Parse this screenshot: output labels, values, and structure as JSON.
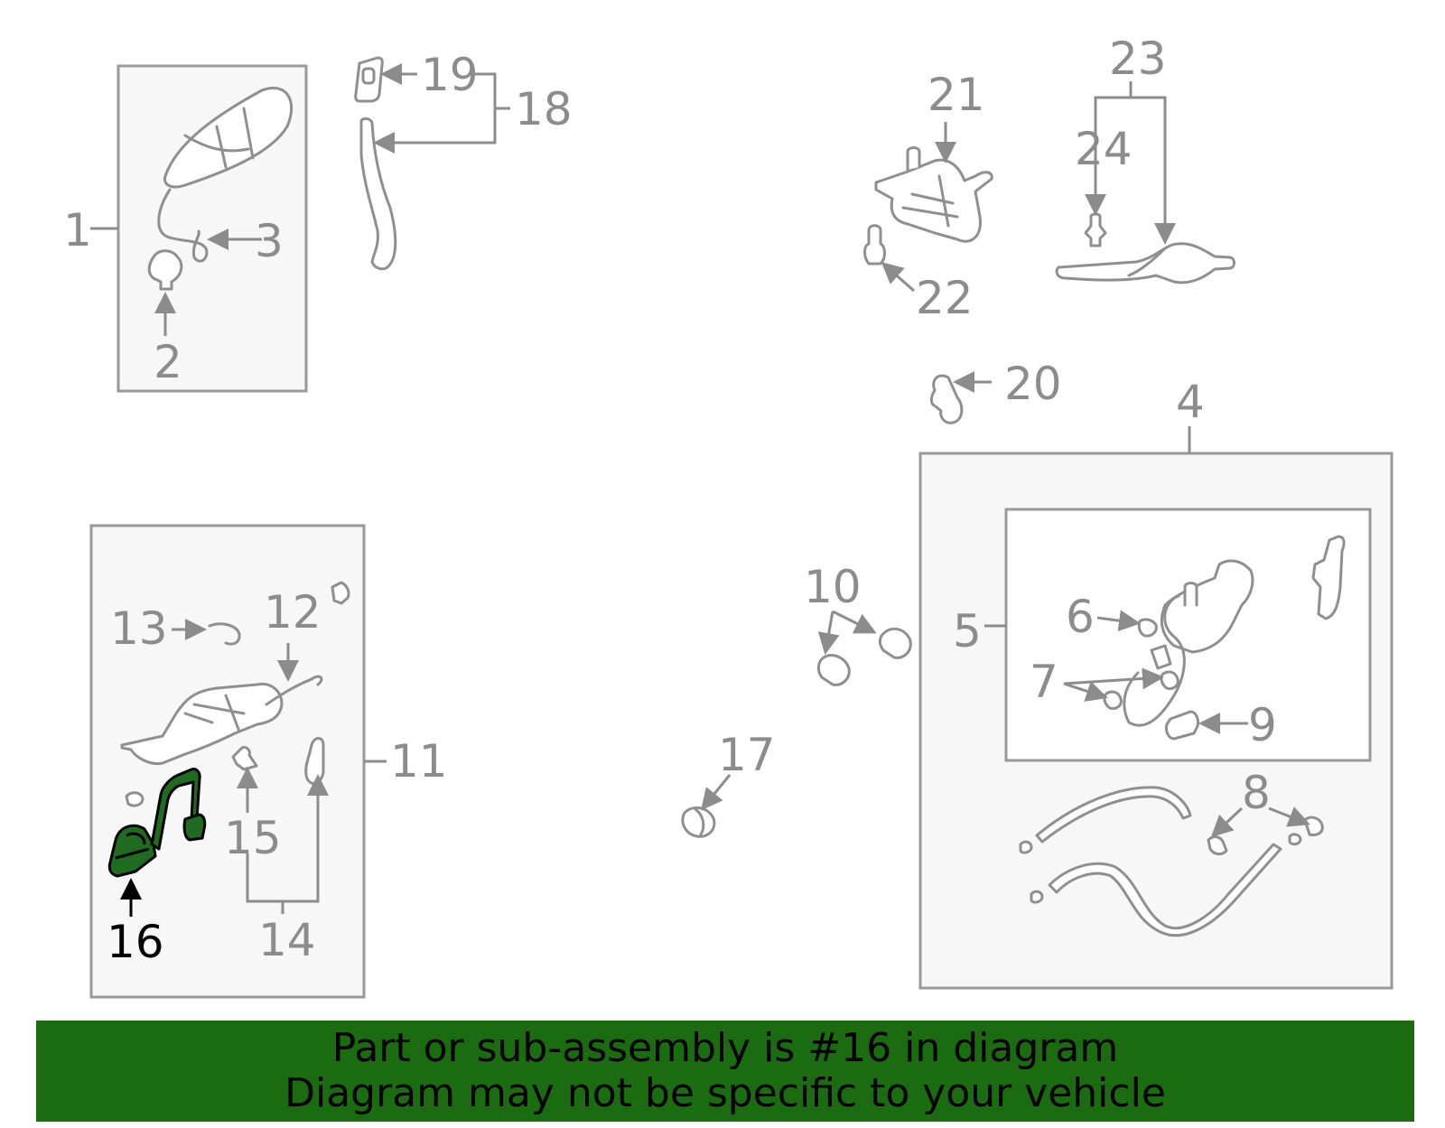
{
  "callouts": {
    "c1": "1",
    "c2": "2",
    "c3": "3",
    "c4": "4",
    "c5": "5",
    "c6": "6",
    "c7": "7",
    "c8": "8",
    "c9": "9",
    "c10": "10",
    "c11": "11",
    "c12": "12",
    "c13": "13",
    "c14": "14",
    "c15": "15",
    "c16": "16",
    "c17": "17",
    "c18": "18",
    "c19": "19",
    "c20": "20",
    "c21": "21",
    "c22": "22",
    "c23": "23",
    "c24": "24"
  },
  "highlight": {
    "part_number": "16",
    "color": "#1f6b1f"
  },
  "banner": {
    "line1": "Part or sub-assembly is #16 in diagram",
    "line2": "Diagram may not be specific to your vehicle",
    "background": "#1b6b10"
  }
}
